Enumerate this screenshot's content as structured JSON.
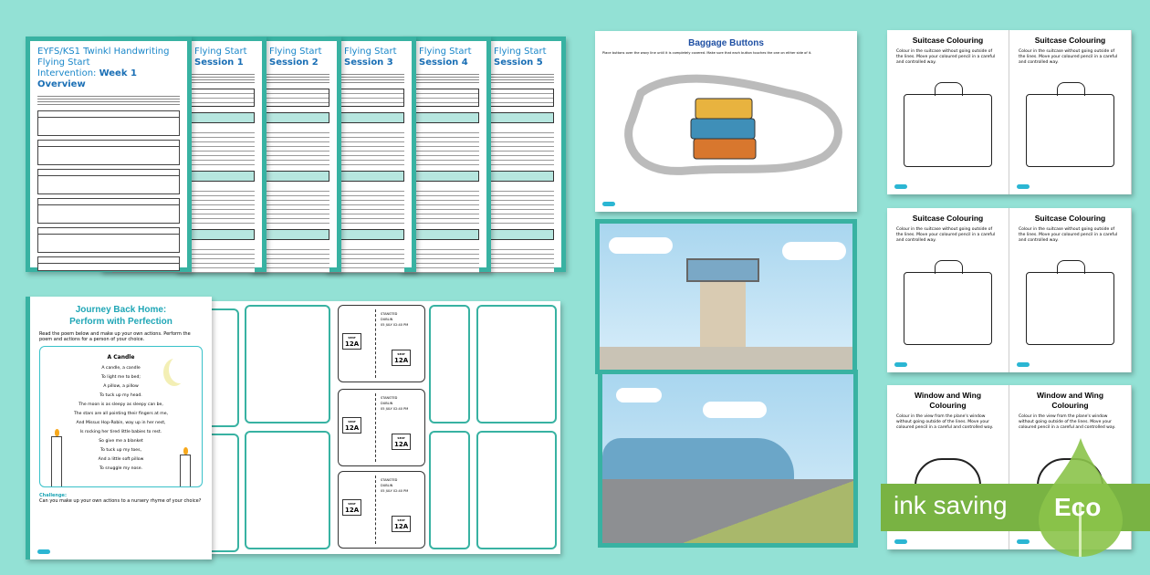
{
  "overview": {
    "title_line1": "EYFS/KS1 Twinkl Handwriting Flying Start",
    "title_line2a": "Intervention: ",
    "title_line2b": "Week 1 Overview"
  },
  "sessions": [
    {
      "title": "Flying Start",
      "sub": "Session 1"
    },
    {
      "title": "Flying Start",
      "sub": "Session 2"
    },
    {
      "title": "Flying Start",
      "sub": "Session 3"
    },
    {
      "title": "Flying Start",
      "sub": "Session 4"
    },
    {
      "title": "Flying Start",
      "sub": "Session 5"
    }
  ],
  "poem": {
    "title1": "Journey Back Home:",
    "title2": "Perform with Perfection",
    "instructions": "Read the poem below and make up your own actions. Perform the poem and actions for a person of your choice.",
    "poem_title": "A Candle",
    "lines": [
      "A candle, a candle",
      "To light me to bed;",
      "A pillow, a pillow",
      "To tuck up my head.",
      "The moon is as sleepy as sleepy can be,",
      "The stars are all pointing their fingers at me,",
      "And Missus Hop-Robin, way up in her nest,",
      "Is rocking her tired little babies to rest.",
      "So give me a blanket",
      "To tuck up my toes,",
      "And a little soft pillow",
      "To snuggle my nose."
    ],
    "challenge_label": "Challenge:",
    "challenge": "Can you make up your own actions to a nursery rhyme of your choice?"
  },
  "boarding": {
    "seat_label": "SEAT",
    "seat": "12A",
    "from": "STANSTED",
    "to": "DUBLIN",
    "date": "05 JULY",
    "time": "02:40 PM"
  },
  "baggage": {
    "title": "Baggage Buttons",
    "instructions": "Place buttons over the wavy line until it is completely covered. Make sure that each button touches the one on either side of it."
  },
  "colouring": [
    {
      "title": "Suitcase Colouring",
      "text": "Colour in the suitcase without going outside of the lines. Move your coloured pencil in a careful and controlled way."
    },
    {
      "title": "Suitcase Colouring",
      "text": "Colour in the suitcase without going outside of the lines. Move your coloured pencil in a careful and controlled way."
    },
    {
      "title": "Window and Wing Colouring",
      "text": "Colour in the view from the plane's window without going outside of the lines. Move your coloured pencil in a careful and controlled way."
    }
  ],
  "eco": {
    "label": "ink saving",
    "badge": "Eco"
  }
}
